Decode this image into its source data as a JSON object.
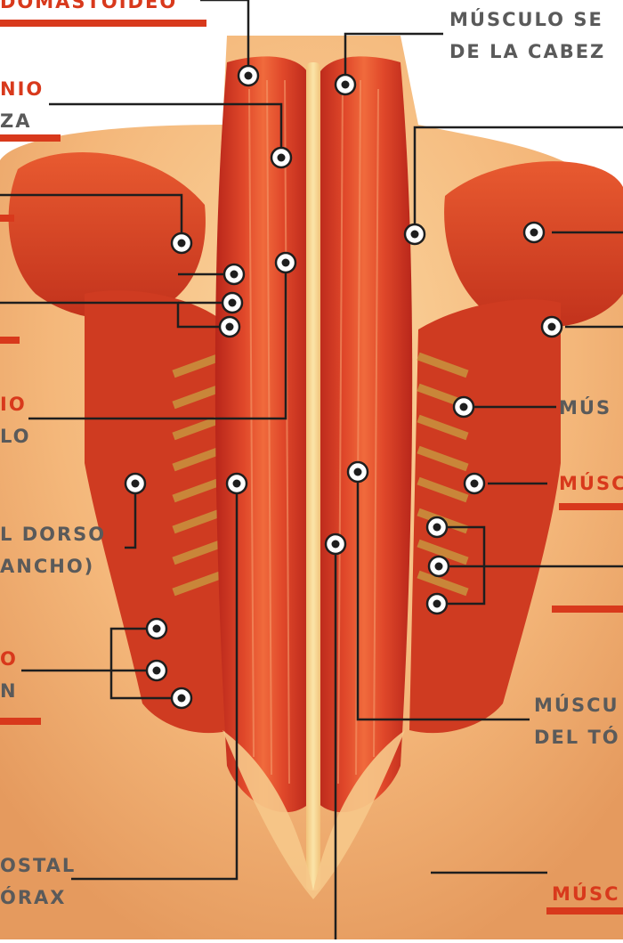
{
  "labels": {
    "esternocleidomastoideo": "DOMASTOIDEO",
    "semiespinoso_1": "MÚSCULO SE",
    "semiespinoso_2": "DE LA CABEZ",
    "esplenio_1": "NIO",
    "esplenio_2": "ZA",
    "iliocostal_cuello_1": "IO",
    "iliocostal_cuello_2": "LO",
    "musculo_right_1": "MÚS",
    "musculo_right_2": "MÚSC",
    "dorso_1": "L DORSO",
    "dorso_2": "ANCHO)",
    "oblicuo_1": "O",
    "oblicuo_2": "N",
    "torax_1": "MÚSCU",
    "torax_2": "DEL TÓ",
    "iliocostal_torax_1": "OSTAL",
    "iliocostal_torax_2": "ÓRAX",
    "musculo_right_3": "MÚSC"
  },
  "colors": {
    "label_red": "#d8391c",
    "label_gray": "#5a5a5a",
    "leader_line": "#1e1e1e",
    "muscle": "#cf3b21",
    "skin": "#f4b77a"
  }
}
